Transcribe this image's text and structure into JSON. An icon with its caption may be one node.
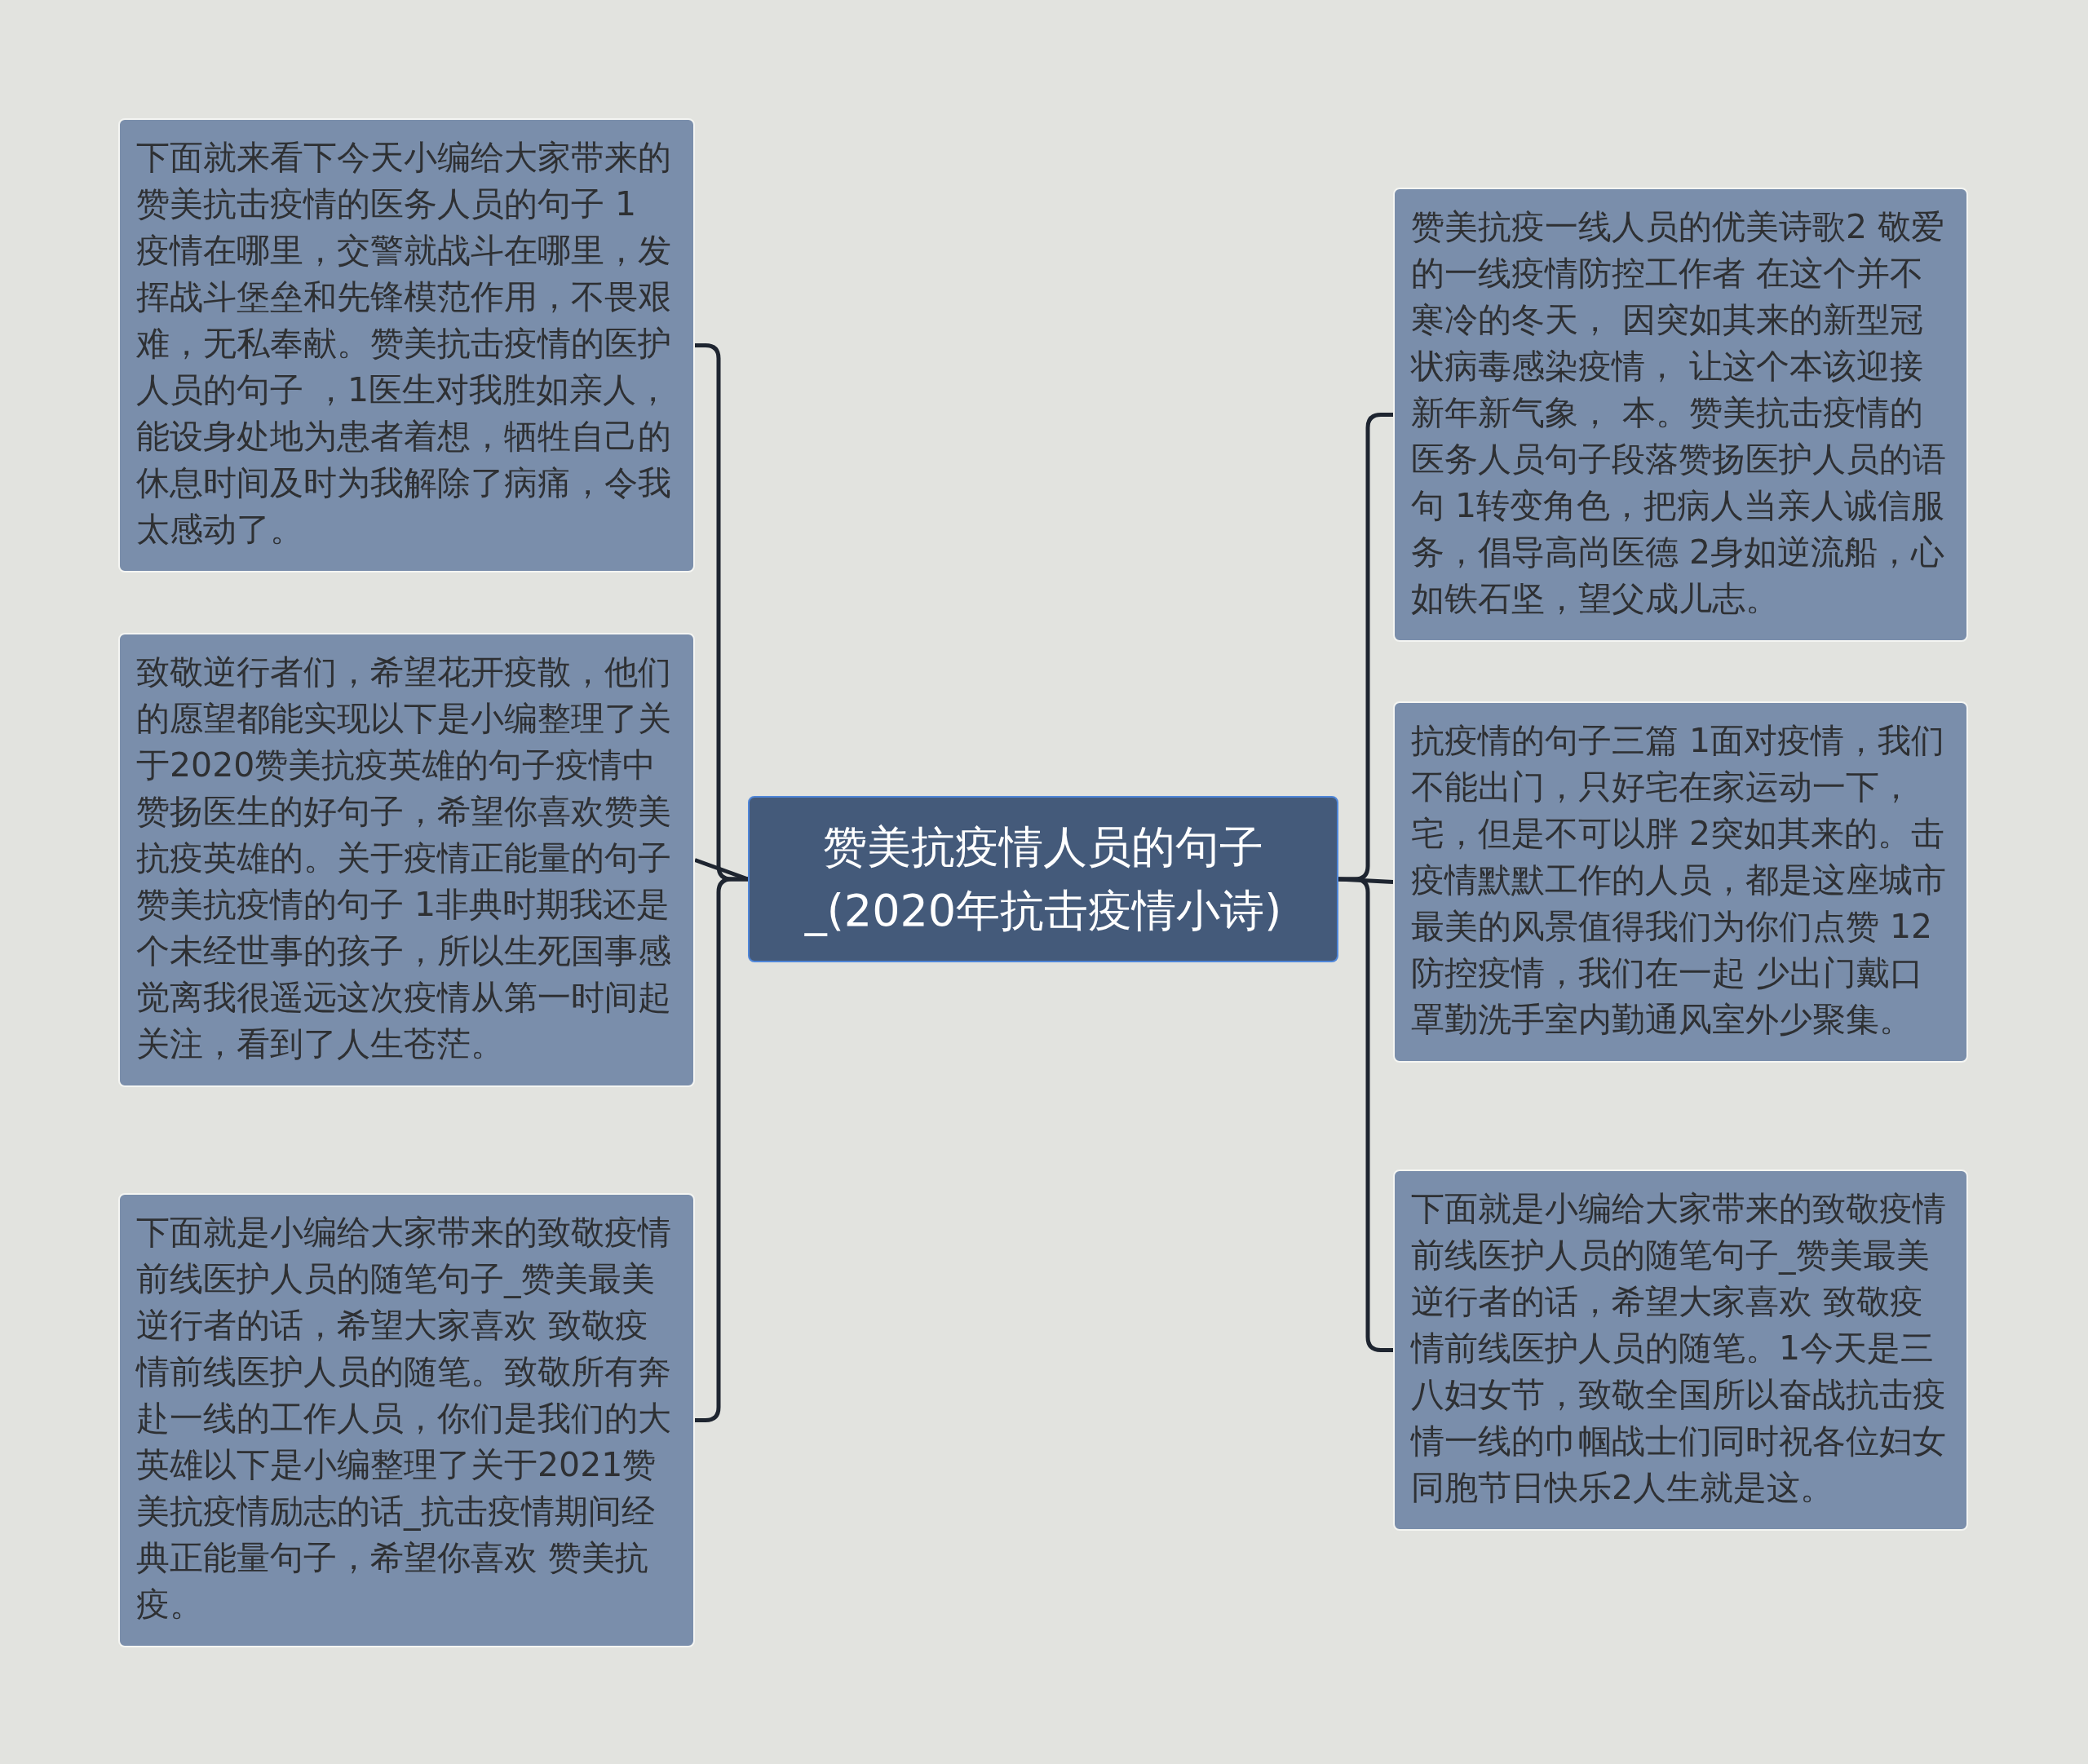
{
  "diagram": {
    "nodes": [
      {
        "text": [
          "赞美抗疫情人员的句子_(2020年抗击疫情小诗)"
        ]
      },
      {
        "text": [
          "下面就来看下今天小编给大家带来的赞美抗击疫情的医务人员的句子 1 疫情在哪里，交警就战斗在哪里，发挥战斗堡垒和先锋模范作用，不畏艰难，无私奉献。赞美抗击疫情的医护人员的句子 ，1医生对我胜如亲人，能设身处地为患者着想，牺牲自己的休息时间及时为我解除了病痛，令我太感动了。"
        ]
      },
      {
        "text": [
          "致敬逆行者们，希望花开疫散，他们的愿望都能实现以下是小编整理了关于2020赞美抗疫英雄的句子疫情中赞扬医生的好句子，希望你喜欢赞美抗疫英雄的。关于疫情正能量的句子赞美抗疫情的句子 1非典时期我还是个未经世事的孩子，所以生死国事感觉离我很遥远这次疫情从第一时间起关注，看到了人生苍茫。"
        ]
      },
      {
        "text": [
          "下面就是小编给大家带来的致敬疫情前线医护人员的随笔句子_赞美最美逆行者的话，希望大家喜欢 致敬疫情前线医护人员的随笔。致敬所有奔赴一线的工作人员，你们是我们的大英雄以下是小编整理了关于2021赞美抗疫情励志的话_抗击疫情期间经典正能量句子，希望你喜欢 赞美抗疫。"
        ]
      },
      {
        "text": [
          "赞美抗疫一线人员的优美诗歌2 敬爱的一线疫情防控工作者 在这个并不寒冷的冬天， 因突如其来的新型冠状病毒感染疫情， 让这个本该迎接新年新气象， 本。赞美抗击疫情的医务人员句子段落赞扬医护人员的语句 1转变角色，把病人当亲人诚信服务，倡导高尚医德 2身如逆流船，心如铁石坚，望父成儿志。"
        ]
      },
      {
        "text": [
          "抗疫情的句子三篇 1面对疫情，我们不能出门，只好宅在家运动一下，宅，但是不可以胖 2突如其来的。击疫情默默工作的人员，都是这座城市最美的风景值得我们为你们点赞 12防控疫情，我们在一起 少出门戴口罩勤洗手室内勤通风室外少聚集。"
        ]
      },
      {
        "text": [
          "下面就是小编给大家带来的致敬疫情前线医护人员的随笔句子_赞美最美逆行者的话，希望大家喜欢 致敬疫情前线医护人员的随笔。1今天是三八妇女节，致敬全国所以奋战抗击疫情一线的巾帼战士们同时祝各位妇女同胞节日快乐2人生就是这。"
        ]
      }
    ],
    "edges": [
      {
        "from": 0,
        "to": 1,
        "arrow": "none"
      },
      {
        "from": 0,
        "to": 2,
        "arrow": "none"
      },
      {
        "from": 0,
        "to": 3,
        "arrow": "none"
      },
      {
        "from": 0,
        "to": 4,
        "arrow": "none"
      },
      {
        "from": 0,
        "to": 5,
        "arrow": "none"
      },
      {
        "from": 0,
        "to": 6,
        "arrow": "none"
      }
    ]
  }
}
